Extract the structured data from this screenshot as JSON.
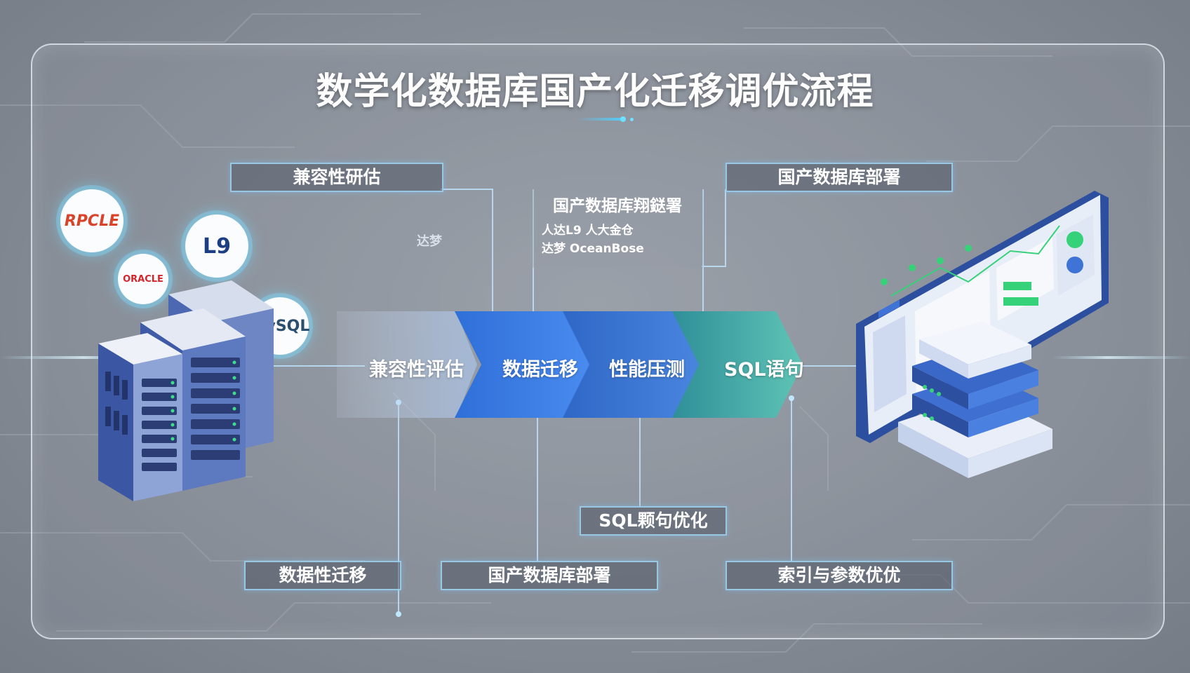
{
  "title": "数学化数据库国产化迁移调优流程",
  "logos": {
    "top_left": "RPCLE",
    "oracle": "ORACLE",
    "db_emblem": "L9",
    "mysql": "MySQL"
  },
  "top_labels": {
    "left": "兼容性研估",
    "right": "国产数据库部署"
  },
  "top_center_box": {
    "title": "国产数据库翔鎹署",
    "subtitle": "人达L9 人大金仓",
    "logo_line": "达梦  OceanBose",
    "ghost_logo": "达梦"
  },
  "flow_steps": [
    {
      "label": "兼容性评估",
      "color": "#b9cde6"
    },
    {
      "label": "数据迁移",
      "color": "#3f7fe0"
    },
    {
      "label": "性能压测",
      "color": "#3a78d0"
    },
    {
      "label": "SQL语句",
      "color": "#3aa3a6"
    }
  ],
  "bottom_labels": {
    "left": "数据性迁移",
    "middle": "国产数据库部署",
    "center_up": "SQL颗句优化",
    "right": "索引与参数优优"
  },
  "colors": {
    "accent": "#4fd0ff",
    "label_border": "#a0d7f5",
    "server_blue": "#3c5aa8",
    "monitor_blue": "#2c4fa0",
    "status_green": "#36d27a"
  }
}
